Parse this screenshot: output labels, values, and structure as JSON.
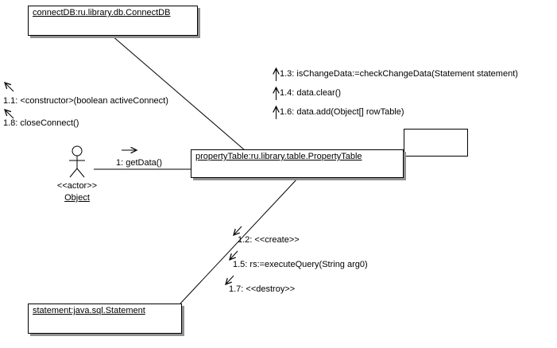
{
  "colors": {
    "background": "#ffffff",
    "line": "#000000",
    "box_shadow": "#909090"
  },
  "objects": {
    "connectDB": {
      "label": "connectDB:ru.library.db.ConnectDB"
    },
    "propertyTable": {
      "label": "propertyTable:ru.library.table.PropertyTable"
    },
    "statement": {
      "label": "statement:java.sql.Statement"
    }
  },
  "actor": {
    "stereotype": "<<actor>>",
    "name": "Object"
  },
  "messages": {
    "m1": "1: getData()",
    "m1_1": "1.1: <constructor>(boolean activeConnect)",
    "m1_2": "1.2: <<create>>",
    "m1_3": "1.3: isChangeData:=checkChangeData(Statement statement)",
    "m1_4": "1.4: data.clear()",
    "m1_5": "1.5: rs:=executeQuery(String arg0)",
    "m1_6": "1.6: data.add(Object[] rowTable)",
    "m1_7": "1.7: <<destroy>>",
    "m1_8": "1.8: closeConnect()"
  }
}
